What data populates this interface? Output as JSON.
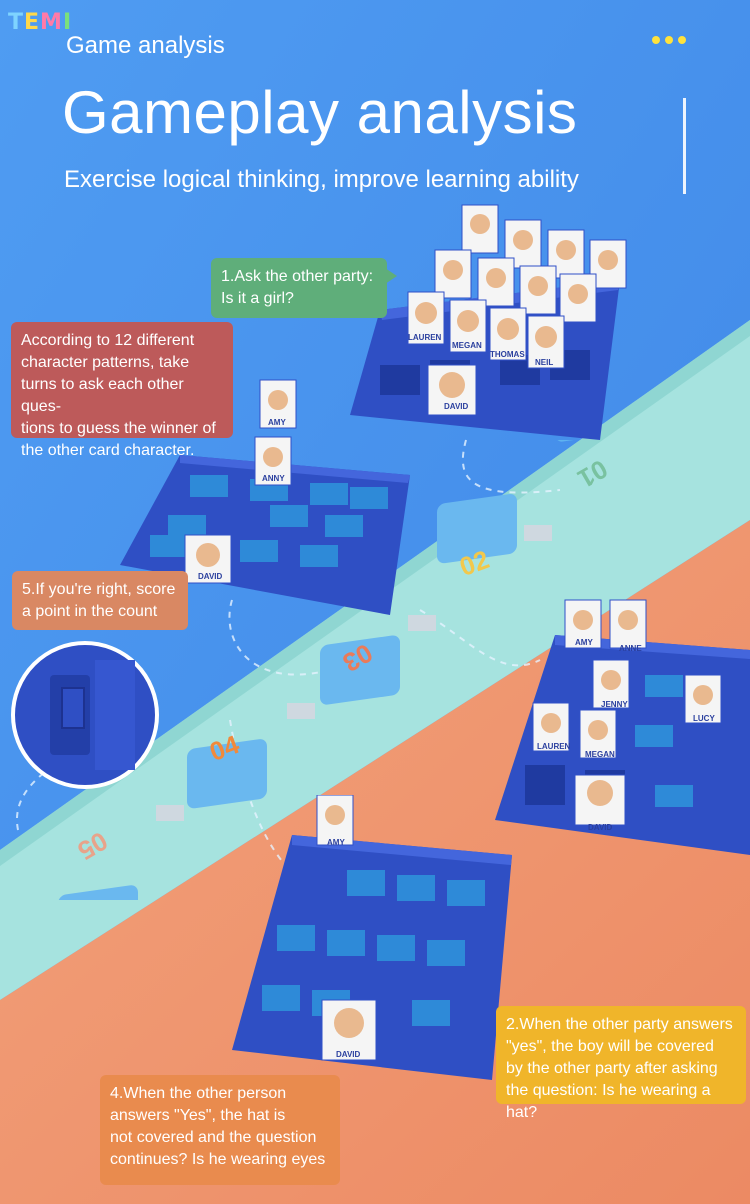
{
  "header": {
    "logo_letters": [
      "T",
      "E",
      "M",
      "I"
    ],
    "section_tag": "Game analysis",
    "title": "Gameplay analysis",
    "subtitle": "Exercise logical thinking, improve learning ability"
  },
  "callouts": {
    "step1": "1.Ask the other party:\nIs it a girl?",
    "intro": "According to 12 different\ncharacter patterns, take\nturns to ask each other ques-\ntions to guess the winner of\nthe other card character.",
    "step5": "5.If you're right, score\na point in the count",
    "step2": "2.When the other party answers\n\"yes\", the boy will be covered\nby the other party after asking\nthe question: Is he wearing a hat?",
    "step4": "4.When the other person\nanswers \"Yes\", the hat is\nnot covered and the question\ncontinues? Is he wearing eyes"
  },
  "score_tiles": [
    "01",
    "02",
    "03",
    "04",
    "05"
  ],
  "character_names": {
    "top_board": [
      "LAUREN",
      "MEGAN",
      "THOMAS",
      "NEIL",
      "DAVID"
    ],
    "left_board": [
      "AMY",
      "ANNY",
      "DAVID"
    ],
    "right_board": [
      "AMY",
      "ANNE",
      "JENNY",
      "LUCY",
      "LAUREN",
      "MEGAN",
      "DAVID"
    ],
    "bottom_board": [
      "AMY",
      "DAVID"
    ]
  },
  "colors": {
    "background_blue": "#5b9ff0",
    "band_teal": "#a8e4e0",
    "background_orange": "#ef9470",
    "board_blue": "#2f4fc4"
  }
}
